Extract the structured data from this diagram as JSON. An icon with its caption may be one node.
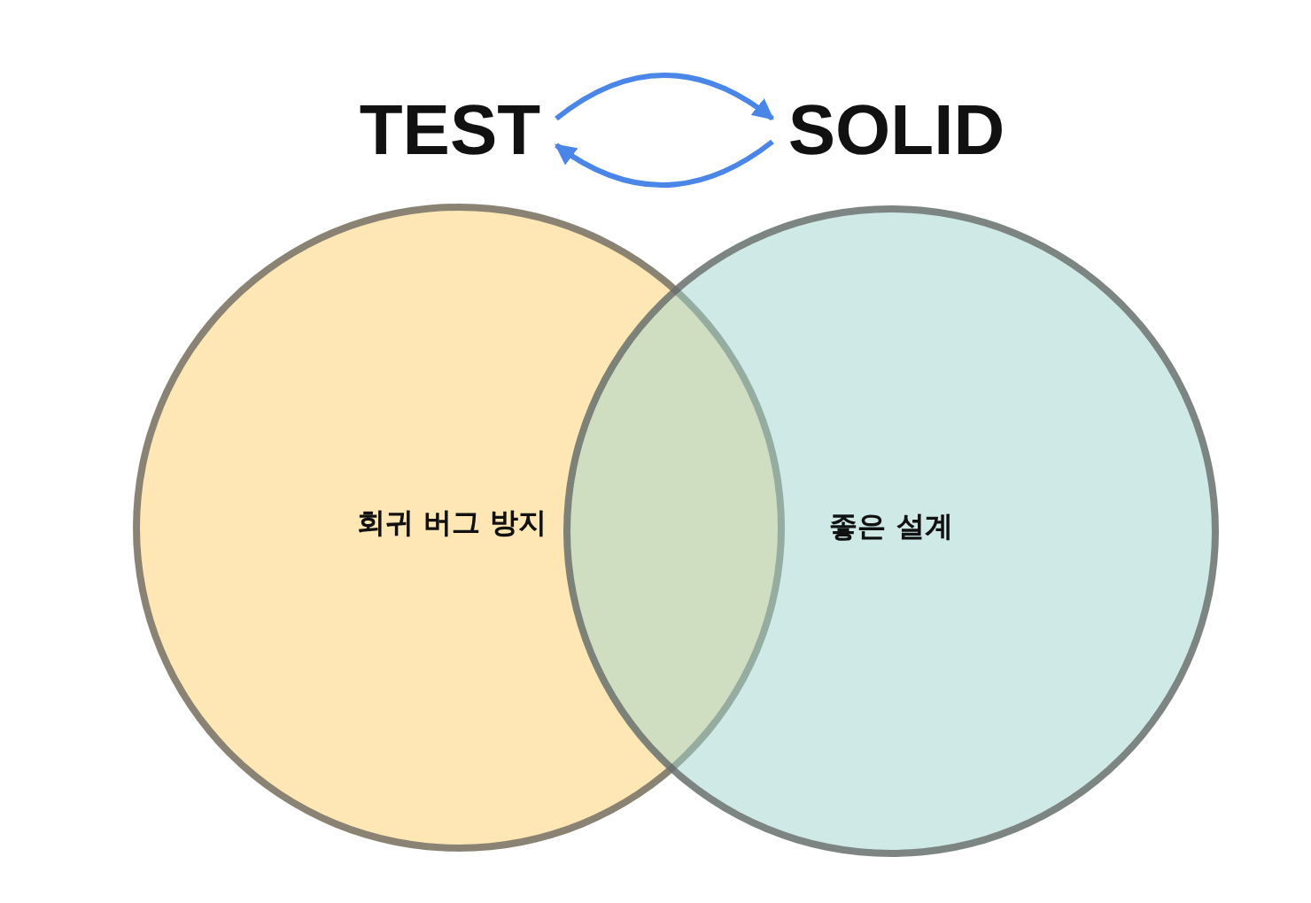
{
  "diagram": {
    "nodes": [
      {
        "text": [
          "TEST"
        ]
      },
      {
        "text": [
          "SOLID"
        ]
      },
      {
        "text": [
          "회귀 버그 방지"
        ]
      },
      {
        "text": [
          "좋은 설계"
        ]
      }
    ],
    "edges": [
      {
        "from": 0,
        "to": 1,
        "arrow": "to"
      },
      {
        "from": 1,
        "to": 0,
        "arrow": "to"
      }
    ]
  }
}
